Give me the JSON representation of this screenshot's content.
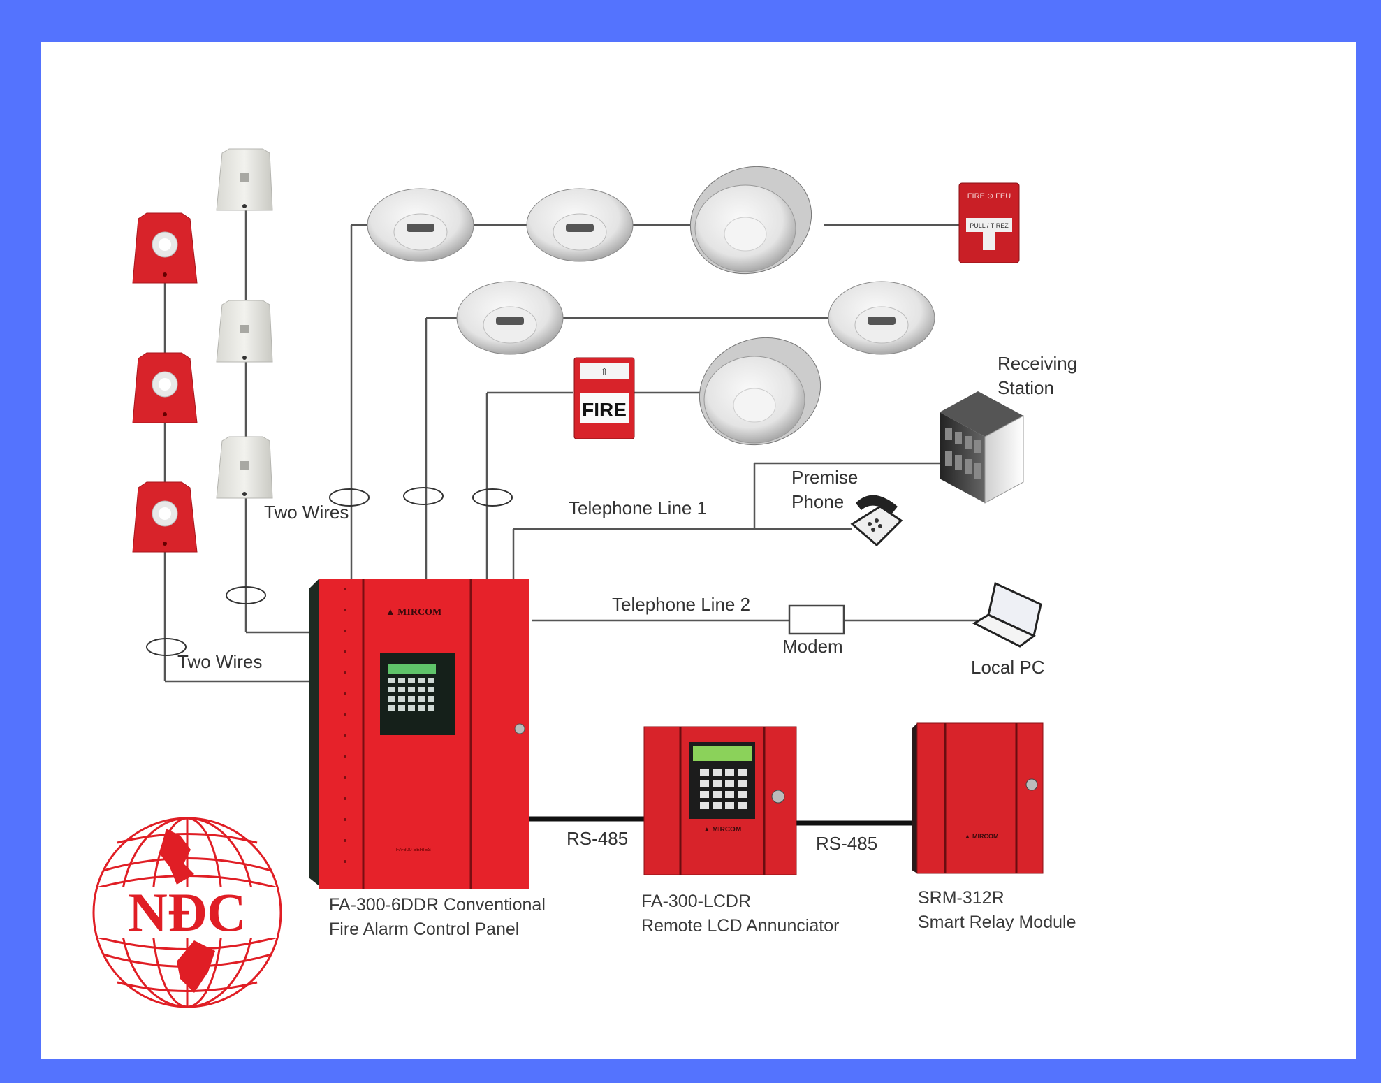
{
  "colors": {
    "frame": "#5473FE",
    "canvas": "#ffffff",
    "wire": "#555555",
    "panel_red": "#E4222A",
    "panel_dark": "#1f2a24",
    "logo_red": "#E01E25"
  },
  "labels": {
    "two_wires_upper": "Two Wires",
    "two_wires_lower": "Two Wires",
    "telephone_line_1": "Telephone Line 1",
    "telephone_line_2": "Telephone Line 2",
    "premise_phone_1": "Premise",
    "premise_phone_2": "Phone",
    "receiving_station_1": "Receiving",
    "receiving_station_2": "Station",
    "modem": "Modem",
    "local_pc": "Local PC",
    "rs485_left": "RS-485",
    "rs485_right": "RS-485"
  },
  "devices": {
    "control_panel": {
      "model": "FA-300-6DDR Conventional",
      "desc": "Fire Alarm Control Panel",
      "brand": "MIRCOM"
    },
    "annunciator": {
      "model": "FA-300-LCDR",
      "desc": "Remote LCD Annunciator",
      "brand": "MIRCOM"
    },
    "relay_module": {
      "model": "SRM-312R",
      "desc": "Smart Relay Module",
      "brand": "MIRCOM"
    },
    "pull_station_top": {
      "text": "PULL / TIREZ",
      "top": "FIRE  FEU"
    },
    "pull_station_mid": {
      "text": "FIRE"
    }
  },
  "logo": {
    "text": "NĐC"
  }
}
